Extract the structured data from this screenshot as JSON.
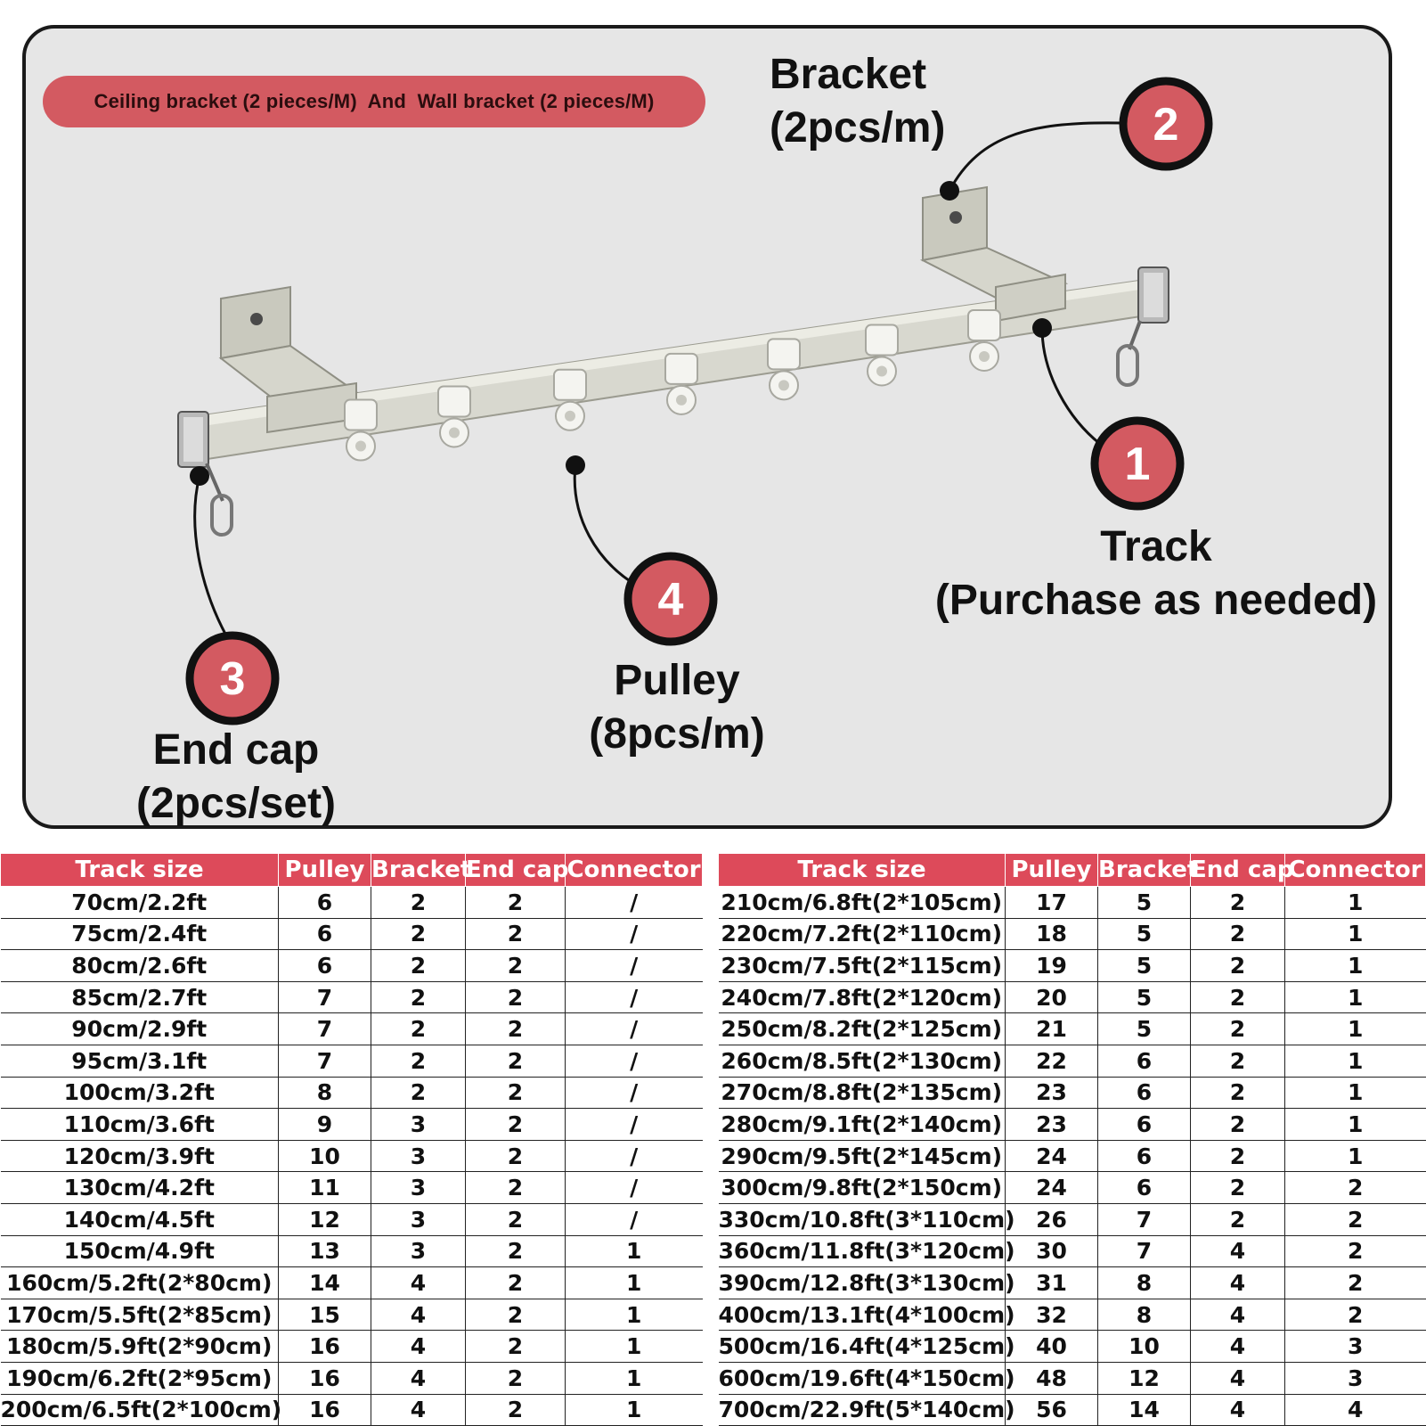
{
  "banner": "Ceiling bracket (2 pieces/M)  And  Wall bracket (2 pieces/M)",
  "callouts": {
    "track": {
      "number": "1",
      "title": "Track",
      "subtitle": "(Purchase as needed)"
    },
    "bracket": {
      "number": "2",
      "title": "Bracket",
      "subtitle": "(2pcs/m)"
    },
    "end_cap": {
      "number": "3",
      "title": "End cap",
      "subtitle": "(2pcs/set)"
    },
    "pulley": {
      "number": "4",
      "title": "Pulley",
      "subtitle": "(8pcs/m)"
    }
  },
  "colors": {
    "accent": "#dd4a5a",
    "badge": "#d35a61",
    "panel": "#e6e6e6"
  },
  "table_headers": [
    "Track size",
    "Pulley",
    "Bracket",
    "End cap",
    "Connector"
  ],
  "table_left": [
    [
      "70cm/2.2ft",
      "6",
      "2",
      "2",
      "/"
    ],
    [
      "75cm/2.4ft",
      "6",
      "2",
      "2",
      "/"
    ],
    [
      "80cm/2.6ft",
      "6",
      "2",
      "2",
      "/"
    ],
    [
      "85cm/2.7ft",
      "7",
      "2",
      "2",
      "/"
    ],
    [
      "90cm/2.9ft",
      "7",
      "2",
      "2",
      "/"
    ],
    [
      "95cm/3.1ft",
      "7",
      "2",
      "2",
      "/"
    ],
    [
      "100cm/3.2ft",
      "8",
      "2",
      "2",
      "/"
    ],
    [
      "110cm/3.6ft",
      "9",
      "3",
      "2",
      "/"
    ],
    [
      "120cm/3.9ft",
      "10",
      "3",
      "2",
      "/"
    ],
    [
      "130cm/4.2ft",
      "11",
      "3",
      "2",
      "/"
    ],
    [
      "140cm/4.5ft",
      "12",
      "3",
      "2",
      "/"
    ],
    [
      "150cm/4.9ft",
      "13",
      "3",
      "2",
      "1"
    ],
    [
      "160cm/5.2ft(2*80cm)",
      "14",
      "4",
      "2",
      "1"
    ],
    [
      "170cm/5.5ft(2*85cm)",
      "15",
      "4",
      "2",
      "1"
    ],
    [
      "180cm/5.9ft(2*90cm)",
      "16",
      "4",
      "2",
      "1"
    ],
    [
      "190cm/6.2ft(2*95cm)",
      "16",
      "4",
      "2",
      "1"
    ],
    [
      "200cm/6.5ft(2*100cm)",
      "16",
      "4",
      "2",
      "1"
    ]
  ],
  "table_right": [
    [
      "210cm/6.8ft(2*105cm)",
      "17",
      "5",
      "2",
      "1"
    ],
    [
      "220cm/7.2ft(2*110cm)",
      "18",
      "5",
      "2",
      "1"
    ],
    [
      "230cm/7.5ft(2*115cm)",
      "19",
      "5",
      "2",
      "1"
    ],
    [
      "240cm/7.8ft(2*120cm)",
      "20",
      "5",
      "2",
      "1"
    ],
    [
      "250cm/8.2ft(2*125cm)",
      "21",
      "5",
      "2",
      "1"
    ],
    [
      "260cm/8.5ft(2*130cm)",
      "22",
      "6",
      "2",
      "1"
    ],
    [
      "270cm/8.8ft(2*135cm)",
      "23",
      "6",
      "2",
      "1"
    ],
    [
      "280cm/9.1ft(2*140cm)",
      "23",
      "6",
      "2",
      "1"
    ],
    [
      "290cm/9.5ft(2*145cm)",
      "24",
      "6",
      "2",
      "1"
    ],
    [
      "300cm/9.8ft(2*150cm)",
      "24",
      "6",
      "2",
      "2"
    ],
    [
      "330cm/10.8ft(3*110cm)",
      "26",
      "7",
      "2",
      "2"
    ],
    [
      "360cm/11.8ft(3*120cm)",
      "30",
      "7",
      "4",
      "2"
    ],
    [
      "390cm/12.8ft(3*130cm)",
      "31",
      "8",
      "4",
      "2"
    ],
    [
      "400cm/13.1ft(4*100cm)",
      "32",
      "8",
      "4",
      "2"
    ],
    [
      "500cm/16.4ft(4*125cm)",
      "40",
      "10",
      "4",
      "3"
    ],
    [
      "600cm/19.6ft(4*150cm)",
      "48",
      "12",
      "4",
      "3"
    ],
    [
      "700cm/22.9ft(5*140cm)",
      "56",
      "14",
      "4",
      "4"
    ]
  ]
}
